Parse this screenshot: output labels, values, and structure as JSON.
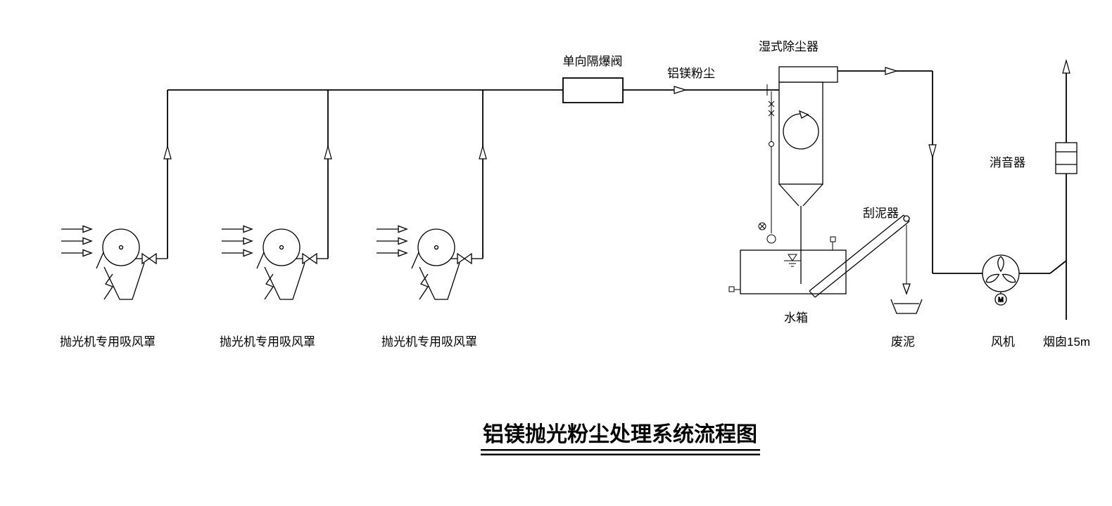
{
  "title": {
    "text": "铝镁抛光粉尘处理系统流程图"
  },
  "labels": {
    "explosion_valve": "单向隔爆阀",
    "dust_flow": "铝镁粉尘",
    "wet_dust_collector": "湿式除尘器",
    "silencer": "消音器",
    "mud_scraper": "刮泥器",
    "water_tank": "水箱",
    "waste_mud": "废泥",
    "fan": "风机",
    "chimney": "烟囱15m",
    "fan_motor": "M",
    "hoods": [
      "抛光机专用吸风罩",
      "抛光机专用吸风罩",
      "抛光机专用吸风罩"
    ]
  },
  "colors": {
    "line": "#000000",
    "background": "#ffffff"
  }
}
